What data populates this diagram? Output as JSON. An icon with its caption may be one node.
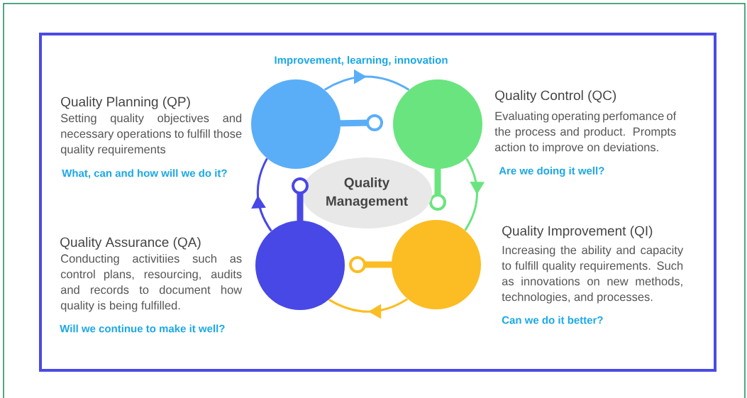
{
  "diagram": {
    "nodes": [
      {
        "text": [],
        "shape": "circle",
        "beside": [
          "Quality Planning (QP)",
          "Setting quality objectives and necessary operations to fulfill those quality requirements",
          "What, can and how will we do it?"
        ]
      },
      {
        "text": [],
        "shape": "circle",
        "beside": [
          "Quality Control (QC)",
          "Evaluating operating perfomance of the process and product. Prompts action to improve on deviations.",
          "Are we doing it well?"
        ]
      },
      {
        "text": [
          "Quality Management"
        ]
      },
      {
        "text": [],
        "shape": "circle",
        "beside": [
          "Quality Assurance (QA)",
          "Conducting activitiies such as control plans, resourcing, audits and records to document how quality is being fulfilled.",
          "Will we continue to make it well?"
        ]
      },
      {
        "text": [],
        "shape": "circle",
        "beside": [
          "Quality Improvement (QI)",
          "Increasing the ability and capacity to fulfill quality requirements. Such as innovations on  new methods, technologies, and processes.",
          "Can we do it better?"
        ]
      }
    ],
    "edges": [
      {
        "from": 0,
        "to": 1,
        "arrow": "to",
        "color": "#5aaef8",
        "label": "Improvement, learning, innovation"
      },
      {
        "from": 1,
        "to": 4,
        "arrow": "to",
        "color": "#6ae47f"
      },
      {
        "from": 4,
        "to": 3,
        "arrow": "to",
        "color": "#fbbd23"
      },
      {
        "from": 3,
        "to": 0,
        "arrow": "to",
        "color": "#4848e6"
      }
    ]
  }
}
